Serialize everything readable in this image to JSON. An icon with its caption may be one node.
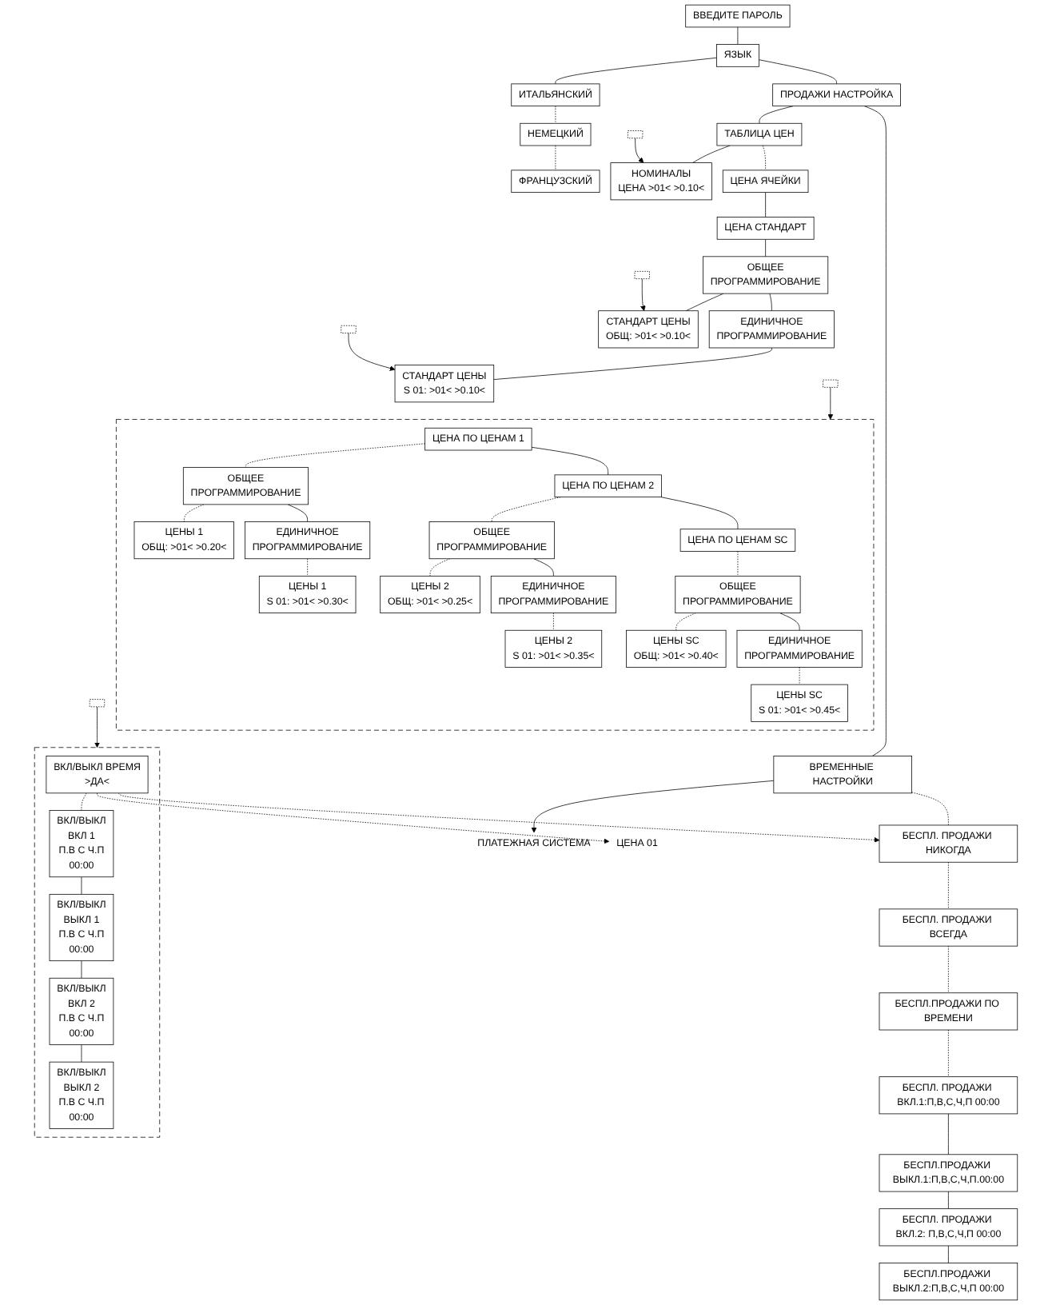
{
  "diagram": {
    "nodes": [
      {
        "text": [
          "ВВЕДИТЕ ПАРОЛЬ"
        ]
      },
      {
        "text": [
          "ЯЗЫК"
        ]
      },
      {
        "text": [
          "ИТАЛЬЯНСКИЙ"
        ]
      },
      {
        "text": [
          "НЕМЕЦКИЙ"
        ]
      },
      {
        "text": [
          "ФРАНЦУЗСКИЙ"
        ]
      },
      {
        "text": [],
        "shape": "box"
      },
      {
        "text": [
          "ПРОДАЖИ НАСТРОЙКА"
        ]
      },
      {
        "text": [
          "ТАБЛИЦА ЦЕН"
        ]
      },
      {
        "text": [
          "НОМИНАЛЫ",
          "ЦЕНА >01< >0.10<"
        ]
      },
      {
        "text": [],
        "shape": "box"
      },
      {
        "text": [],
        "shape": "box"
      },
      {
        "text": [
          "ЦЕНА ЯЧЕЙКИ"
        ]
      },
      {
        "text": [
          "ЦЕНА СТАНДАРТ"
        ]
      },
      {
        "text": [
          "ОБЩЕЕ",
          "ПРОГРАММИРОВАНИЕ"
        ]
      },
      {
        "text": [
          "СТАНДАРТ ЦЕНЫ",
          "ОБЩ: >01< >0.10<"
        ]
      },
      {
        "text": [
          "ЕДИНИЧНОЕ",
          "ПРОГРАММИРОВАНИЕ"
        ]
      },
      {
        "text": [
          "СТАНДАРТ ЦЕНЫ",
          "S 01: >01< >0.10<"
        ]
      },
      {
        "text": [],
        "shape": "box"
      },
      {
        "text": [
          "ЦЕНА ПО ЦЕНАМ 1"
        ],
        "in": 17
      },
      {
        "text": [
          "ОБЩЕЕ",
          "ПРОГРАММИРОВАНИЕ"
        ],
        "in": 17
      },
      {
        "text": [
          "ЦЕНЫ 1",
          "ОБЩ: >01< >0.20<"
        ],
        "in": 17
      },
      {
        "text": [
          "ЕДИНИЧНОЕ",
          "ПРОГРАММИРОВАНИЕ"
        ],
        "in": 17
      },
      {
        "text": [
          "ЦЕНЫ 1",
          "S 01: >01< >0.30<"
        ],
        "in": 17
      },
      {
        "text": [],
        "shape": "box"
      },
      {
        "text": [
          "ЦЕНА ПО ЦЕНАМ 2"
        ],
        "in": 17
      },
      {
        "text": [
          "ОБЩЕЕ",
          "ПРОГРАММИРОВАНИЕ"
        ],
        "in": 17
      },
      {
        "text": [
          "ЦЕНЫ 2",
          "ОБЩ: >01< >0.25<"
        ],
        "in": 17
      },
      {
        "text": [
          "ЕДИНИЧНОЕ",
          "ПРОГРАММИРОВАНИЕ"
        ],
        "in": 17
      },
      {
        "text": [
          "ЦЕНЫ 2",
          "S 01: >01< >0.35<"
        ],
        "in": 17
      },
      {
        "text": [
          "ЦЕНА ПО ЦЕНАМ SC"
        ],
        "in": 17
      },
      {
        "text": [
          "ОБЩЕЕ",
          "ПРОГРАММИРОВАНИЕ"
        ],
        "in": 17
      },
      {
        "text": [
          "ЦЕНЫ SC",
          "ОБЩ: >01< >0.40<"
        ],
        "in": 17
      },
      {
        "text": [
          "ЕДИНИЧНОЕ",
          "ПРОГРАММИРОВАНИЕ"
        ],
        "in": 17
      },
      {
        "text": [
          "ЦЕНЫ SC",
          "S 01: >01< >0.45<"
        ],
        "in": 17
      },
      {
        "text": [
          "ВРЕМЕННЫЕ НАСТРОЙКИ"
        ]
      },
      {
        "text": [
          "БЕСПЛ. ПРОДАЖИ НИКОГДА"
        ]
      },
      {
        "text": [
          "БЕСПЛ. ПРОДАЖИ ВСЕГДА"
        ]
      },
      {
        "text": [
          "БЕСПЛ.ПРОДАЖИ ПО ВРЕМЕНИ"
        ]
      },
      {
        "text": [
          "БЕСПЛ. ПРОДАЖИ ВКЛ.1:П,В,С,Ч,П 00:00"
        ]
      },
      {
        "text": [
          "БЕСПЛ.ПРОДАЖИ ВЫКЛ.1:П,В,С,Ч,П.00:00"
        ]
      },
      {
        "text": [
          "БЕСПЛ. ПРОДАЖИ ВКЛ.2: П,В,С,Ч,П 00:00"
        ]
      },
      {
        "text": [
          "БЕСПЛ.ПРОДАЖИ ВЫКЛ.2:П,В,С,Ч,П 00:00"
        ]
      },
      {
        "text": [],
        "shape": "box"
      },
      {
        "text": [
          "ВКЛ/ВЫКЛ ВРЕМЯ",
          ">ДА<"
        ],
        "in": 42
      },
      {
        "text": [
          "ВКЛ/ВЫКЛ",
          "ВКЛ 1",
          "П.В С Ч.П",
          "00:00"
        ],
        "in": 42
      },
      {
        "text": [
          "ВКЛ/ВЫКЛ",
          "ВЫКЛ 1",
          "П.В С Ч.П",
          "00:00"
        ],
        "in": 42
      },
      {
        "text": [
          "ВКЛ/ВЫКЛ",
          "ВКЛ 2",
          "П.В С Ч.П",
          "00:00"
        ],
        "in": 42
      },
      {
        "text": [
          "ВКЛ/ВЫКЛ",
          "ВЫКЛ 2",
          "П.В С Ч.П",
          "00:00"
        ],
        "in": 42
      },
      {
        "text": [],
        "shape": "box"
      },
      {
        "text": [
          "ПЛАТЕЖНАЯ СИСТЕМА"
        ]
      },
      {
        "text": [
          "ЦЕНА 01"
        ]
      }
    ],
    "edges": [
      {
        "from": 0,
        "to": 1,
        "arrow": "none"
      },
      {
        "from": 1,
        "to": 2,
        "arrow": "none"
      },
      {
        "from": 2,
        "to": 3,
        "arrow": "none",
        "style": "dashed"
      },
      {
        "from": 3,
        "to": 4,
        "arrow": "none",
        "style": "dashed"
      },
      {
        "from": 1,
        "to": 6,
        "arrow": "none"
      },
      {
        "from": 6,
        "to": 7,
        "arrow": "none"
      },
      {
        "from": 7,
        "to": 8,
        "arrow": "none"
      },
      {
        "from": 5,
        "to": 8,
        "arrow": "to"
      },
      {
        "from": 7,
        "to": 11,
        "arrow": "none",
        "style": "dashed"
      },
      {
        "from": 11,
        "to": 12,
        "arrow": "none"
      },
      {
        "from": 12,
        "to": 13,
        "arrow": "none"
      },
      {
        "from": 13,
        "to": 14,
        "arrow": "none"
      },
      {
        "from": 13,
        "to": 15,
        "arrow": "none"
      },
      {
        "from": 15,
        "to": 16,
        "arrow": "none"
      },
      {
        "from": 9,
        "to": 14,
        "arrow": "to"
      },
      {
        "from": 10,
        "to": 16,
        "arrow": "to"
      },
      {
        "from": 18,
        "to": 19,
        "arrow": "none",
        "style": "dashed"
      },
      {
        "from": 19,
        "to": 20,
        "arrow": "none",
        "style": "dashed"
      },
      {
        "from": 19,
        "to": 21,
        "arrow": "none"
      },
      {
        "from": 21,
        "to": 22,
        "arrow": "none",
        "style": "dashed"
      },
      {
        "from": 18,
        "to": 24,
        "arrow": "none"
      },
      {
        "from": 24,
        "to": 25,
        "arrow": "none",
        "style": "dashed"
      },
      {
        "from": 25,
        "to": 26,
        "arrow": "none",
        "style": "dashed"
      },
      {
        "from": 25,
        "to": 27,
        "arrow": "none"
      },
      {
        "from": 27,
        "to": 28,
        "arrow": "none",
        "style": "dashed"
      },
      {
        "from": 24,
        "to": 29,
        "arrow": "none"
      },
      {
        "from": 29,
        "to": 30,
        "arrow": "none",
        "style": "dashed"
      },
      {
        "from": 30,
        "to": 31,
        "arrow": "none",
        "style": "dashed"
      },
      {
        "from": 30,
        "to": 32,
        "arrow": "none"
      },
      {
        "from": 32,
        "to": 33,
        "arrow": "none",
        "style": "dashed"
      },
      {
        "from": 23,
        "to": 17,
        "arrow": "to"
      },
      {
        "from": 6,
        "to": 34,
        "arrow": "none"
      },
      {
        "from": 34,
        "to": 35,
        "arrow": "none",
        "style": "dashed"
      },
      {
        "from": 35,
        "to": 36,
        "arrow": "none",
        "style": "dashed"
      },
      {
        "from": 36,
        "to": 37,
        "arrow": "none",
        "style": "dashed"
      },
      {
        "from": 37,
        "to": 38,
        "arrow": "none",
        "style": "dashed"
      },
      {
        "from": 38,
        "to": 39,
        "arrow": "none"
      },
      {
        "from": 39,
        "to": 40,
        "arrow": "none"
      },
      {
        "from": 40,
        "to": 41,
        "arrow": "none"
      },
      {
        "from": 43,
        "to": 35,
        "arrow": "to",
        "style": "dashed"
      },
      {
        "from": 43,
        "to": 44,
        "arrow": "none",
        "style": "dashed"
      },
      {
        "from": 44,
        "to": 45,
        "arrow": "none"
      },
      {
        "from": 45,
        "to": 46,
        "arrow": "none"
      },
      {
        "from": 46,
        "to": 47,
        "arrow": "none"
      },
      {
        "from": 48,
        "to": 42,
        "arrow": "to"
      },
      {
        "from": 34,
        "to": 49,
        "arrow": "to"
      },
      {
        "from": 43,
        "to": 50,
        "arrow": "to",
        "style": "dashed"
      }
    ]
  }
}
